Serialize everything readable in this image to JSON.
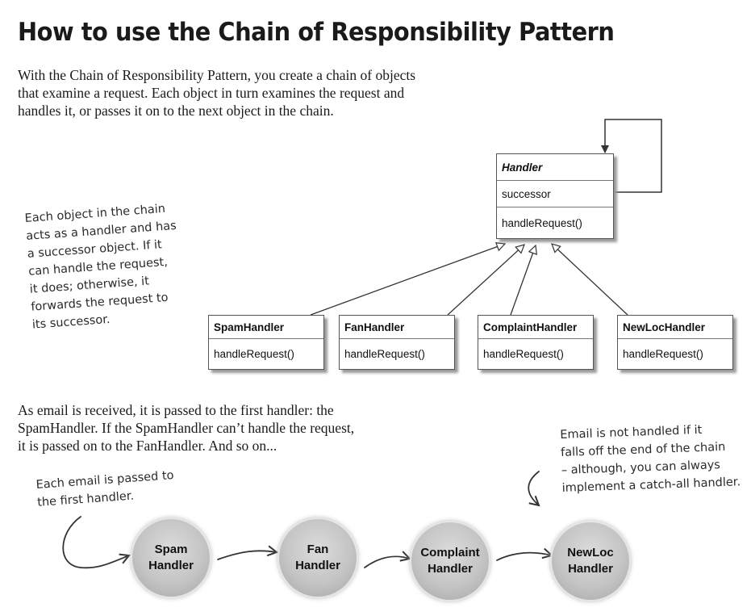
{
  "title": "How to use the Chain of Responsibility Pattern",
  "intro": [
    "With the Chain of Responsibility Pattern, you create a chain of objects",
    "that examine a request. Each object in turn examines the request and",
    "handles it, or passes it on to the next object in the chain."
  ],
  "handler_note": [
    "Each object in the chain",
    "acts as a handler and has",
    "a successor object.  If it",
    "can handle the request,",
    "it does; otherwise, it",
    "forwards the request to",
    "its successor."
  ],
  "handler_class": {
    "name": "Handler",
    "attribute": "successor",
    "method": "handleRequest()"
  },
  "subclasses": [
    {
      "name": "SpamHandler",
      "method": "handleRequest()"
    },
    {
      "name": "FanHandler",
      "method": "handleRequest()"
    },
    {
      "name": "ComplaintHandler",
      "method": "handleRequest()"
    },
    {
      "name": "NewLocHandler",
      "method": "handleRequest()"
    }
  ],
  "email_para": [
    "As email is received, it is passed to the first handler: the",
    "SpamHandler.  If the SpamHandler can’t handle the request,",
    "it is passed on to the FanHandler.  And so on..."
  ],
  "first_handler_note": [
    "Each email is passed to",
    "the first handler."
  ],
  "end_note": [
    "Email is not handled if it",
    "falls off the end of the chain",
    "– although, you can always",
    "implement a catch-all handler."
  ],
  "chain": [
    {
      "line1": "Spam",
      "line2": "Handler"
    },
    {
      "line1": "Fan",
      "line2": "Handler"
    },
    {
      "line1": "Complaint",
      "line2": "Handler"
    },
    {
      "line1": "NewLoc",
      "line2": "Handler"
    }
  ]
}
